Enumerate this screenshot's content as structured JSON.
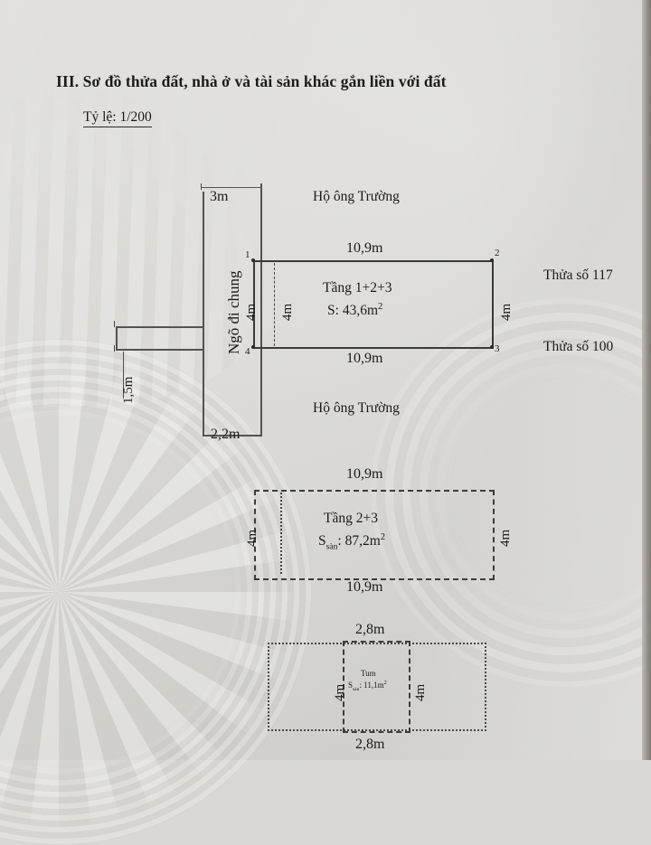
{
  "document": {
    "section_title": "III. Sơ đồ thửa đất, nhà ở và tài sản khác gắn liền với đất",
    "scale_label": "Tỷ lệ: 1/200"
  },
  "main_plot": {
    "neighbour_top": "Hộ ông Trường",
    "neighbour_bottom": "Hộ ông Trường",
    "alley_label": "Ngõ đi chung",
    "alley_width": "3m",
    "alley_side": "4m",
    "alley_step": "1,5m",
    "alley_bottom": "2,2m",
    "top_length": "10,9m",
    "bottom_length": "10,9m",
    "left_width": "4m",
    "inner_width": "4m",
    "right_width": "4m",
    "building_floors": "Tầng 1+2+3",
    "building_area_prefix": "S: ",
    "building_area_value": "43,6m",
    "building_area_unit": "2",
    "corners": [
      "1",
      "2",
      "3",
      "4"
    ],
    "parcel_right_top": "Thửa số 117",
    "parcel_right_bottom": "Thửa số 100"
  },
  "floor_plan": {
    "top_length": "10,9m",
    "bottom_length": "10,9m",
    "left_width": "4m",
    "right_width": "4m",
    "floors": "Tầng 2+3",
    "area_prefix": "S",
    "area_sub": "sàn",
    "area_value": ": 87,2m",
    "area_unit": "2"
  },
  "roof_plan": {
    "top_length": "2,8m",
    "bottom_length": "2,8m",
    "left_width": "4m",
    "right_width": "4m",
    "label": "Tum",
    "area_prefix": "S",
    "area_sub": "sàn",
    "area_value": ": 11,1m",
    "area_unit": "2"
  },
  "colors": {
    "paper": "#dcdbd7",
    "ink": "#1b1b1b",
    "line": "#3a3a3a"
  }
}
